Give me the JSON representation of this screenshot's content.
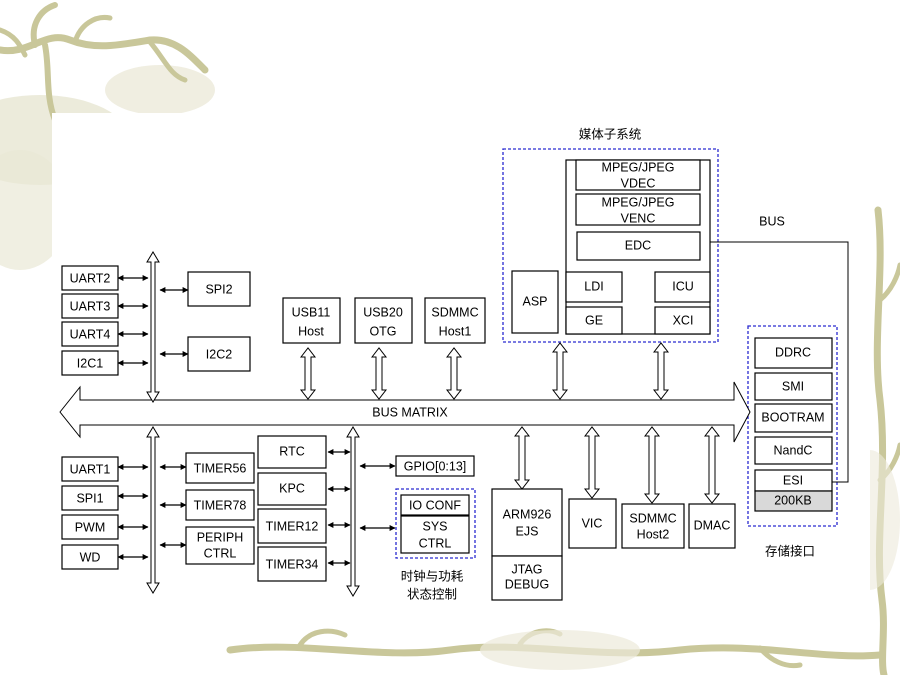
{
  "labels": {
    "media_subsystem": "媒体子系统",
    "storage_interface": "存储接口",
    "clock_power_line1": "时钟与功耗",
    "clock_power_line2": "状态控制",
    "bus": "BUS",
    "bus_matrix": "BUS MATRIX"
  },
  "blocks": {
    "uart2": "UART2",
    "uart3": "UART3",
    "uart4": "UART4",
    "i2c1": "I2C1",
    "spi2": "SPI2",
    "i2c2": "I2C2",
    "usb11_l1": "USB11",
    "usb11_l2": "Host",
    "usb20_l1": "USB20",
    "usb20_l2": "OTG",
    "sdmmc1_l1": "SDMMC",
    "sdmmc1_l2": "Host1",
    "asp": "ASP",
    "vdec_l1": "MPEG/JPEG",
    "vdec_l2": "VDEC",
    "venc_l1": "MPEG/JPEG",
    "venc_l2": "VENC",
    "edc": "EDC",
    "ldi": "LDI",
    "icu": "ICU",
    "ge": "GE",
    "xci": "XCI",
    "ddrc": "DDRC",
    "smi": "SMI",
    "bootram": "BOOTRAM",
    "nandc": "NandC",
    "esi": "ESI",
    "mem_200kb": "200KB",
    "uart1": "UART1",
    "spi1": "SPI1",
    "pwm": "PWM",
    "wd": "WD",
    "timer56": "TIMER56",
    "timer78": "TIMER78",
    "periph_l1": "PERIPH",
    "periph_l2": "CTRL",
    "rtc": "RTC",
    "kpc": "KPC",
    "timer12": "TIMER12",
    "timer34": "TIMER34",
    "gpio": "GPIO[0:13]",
    "io_conf": "IO CONF",
    "sys_l1": "SYS",
    "sys_l2": "CTRL",
    "arm_l1": "ARM926",
    "arm_l2": "EJS",
    "jtag_l1": "JTAG",
    "jtag_l2": "DEBUG",
    "vic": "VIC",
    "sdmmc2_l1": "SDMMC",
    "sdmmc2_l2": "Host2",
    "dmac": "DMAC"
  },
  "colors": {
    "decor_vine": "#c9c79a",
    "decor_leaf": "#d8d7b8",
    "frame_blue": "#2a2ad0",
    "line": "#000000",
    "highlight_fill": "#d9d9d9"
  }
}
